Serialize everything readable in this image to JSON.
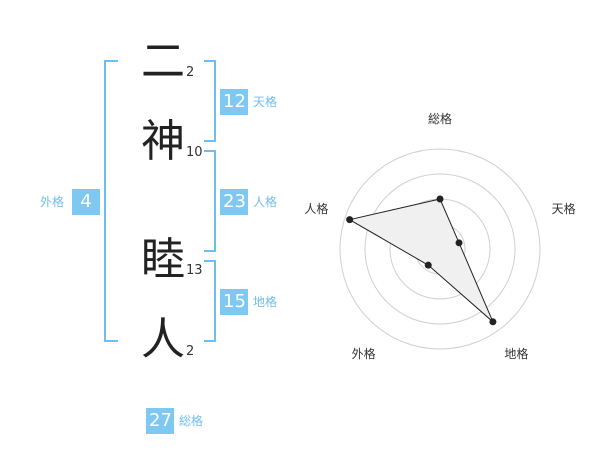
{
  "name": {
    "chars": [
      "二",
      "神",
      "睦",
      "人"
    ],
    "strokes": [
      "2",
      "10",
      "13",
      "2"
    ]
  },
  "fortunes": {
    "gaikaku": {
      "value": "4",
      "label": "外格"
    },
    "tenkaku": {
      "value": "12",
      "label": "天格"
    },
    "jinkaku": {
      "value": "23",
      "label": "人格"
    },
    "chikaku": {
      "value": "15",
      "label": "地格"
    },
    "soukaku": {
      "value": "27",
      "label": "総格"
    }
  },
  "chart_data": {
    "type": "radar",
    "axes": [
      "総格",
      "天格",
      "地格",
      "外格",
      "人格"
    ],
    "values": [
      0.5,
      0.2,
      0.9,
      0.2,
      0.95
    ],
    "range": [
      0,
      1
    ],
    "rings": 4,
    "fill_color": "#f0f0f0",
    "line_color": "#222222",
    "ring_color": "#d0d0d0",
    "center_color": "#bbbbbb"
  }
}
